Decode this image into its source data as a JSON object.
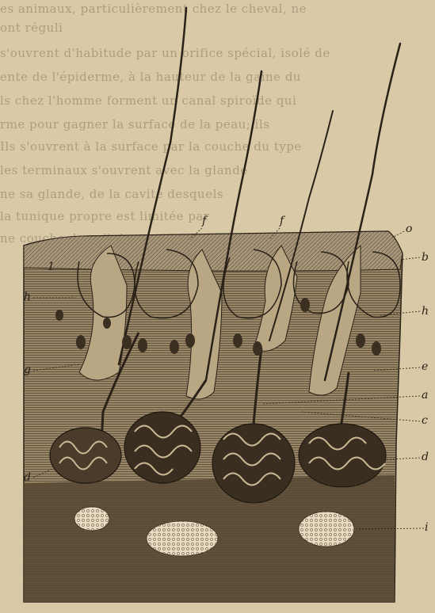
{
  "figure": {
    "description_labels": {
      "o": "o",
      "b": "b",
      "f1": "f",
      "f2": "f",
      "h_left": "h",
      "h_right": "h",
      "g": "g",
      "e": "e",
      "a": "a",
      "c": "c",
      "d_left": "d",
      "d_right": "d",
      "i": "i",
      "one": "1"
    },
    "background_text_lines": [
      "es animaux, particulièrement chez le cheval, ne",
      "ont réguli",
      "s'ouvrent d'habitude par un orifice spécial, isolé de",
      "ente de l'épiderme, à la hauteur de la gaine du",
      "ls chez l'homme forment un canal spiroïde qui",
      "rme pour gagner la surface de la peau; ils",
      "Ils s'ouvrent à la surface par la couche du type",
      "les terminaux s'ouvrent avec la glande",
      "ne sa glande, de la cavité desquels",
      "la tunique propre est limitée par",
      "ne couche de cellules"
    ],
    "colors": {
      "paper": "#d9c9a6",
      "ink": "#2a2118",
      "dermis_fill": "#8c7a5e",
      "dark_gland": "#3b2f22",
      "follicle_fill": "#b9a783"
    }
  }
}
